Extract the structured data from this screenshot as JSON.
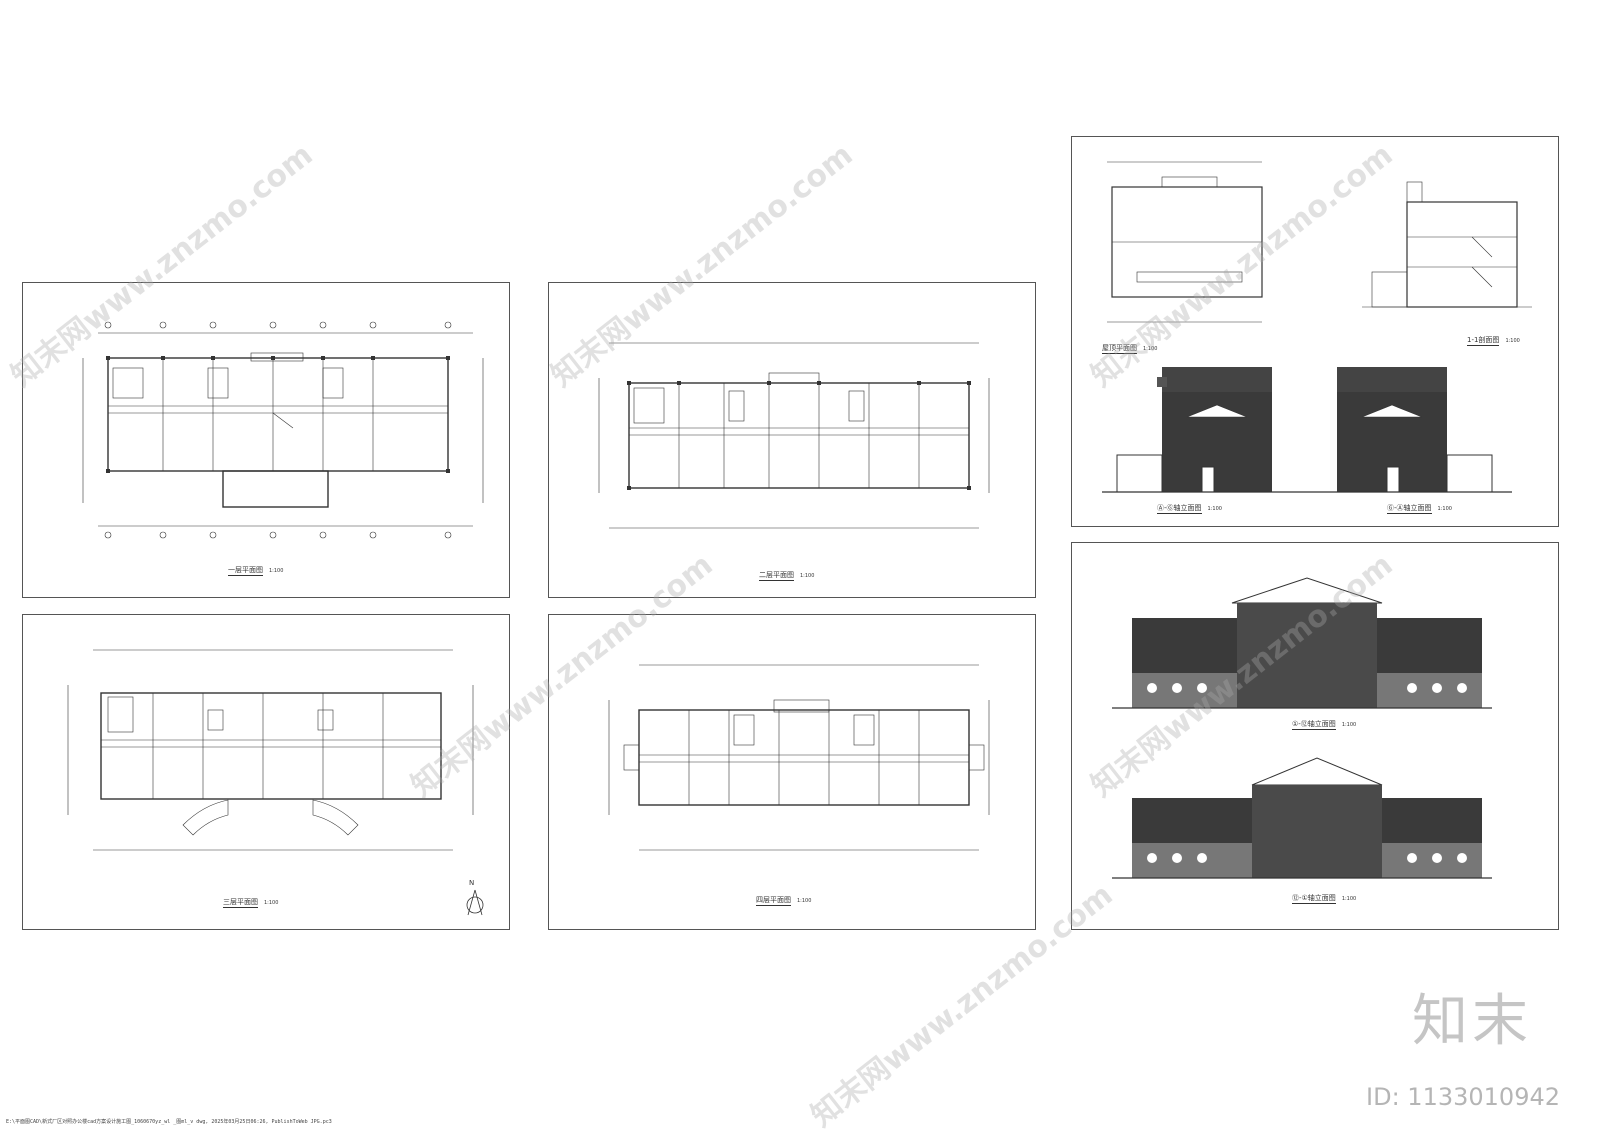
{
  "drawings": {
    "plan_1": {
      "title": "一层平面图",
      "scale": "1:100"
    },
    "plan_2": {
      "title": "二层平面图",
      "scale": "1:100"
    },
    "plan_3": {
      "title": "三层平面图",
      "scale": "1:100"
    },
    "plan_4": {
      "title": "四层平面图",
      "scale": "1:100"
    },
    "roof_plan": {
      "title": "屋顶平面图",
      "scale": "1:100"
    },
    "section": {
      "title": "1-1剖面图",
      "scale": "1:100"
    },
    "side_elev_a": {
      "title": "Ⓐ-Ⓖ轴立面图",
      "scale": "1:100"
    },
    "side_elev_b": {
      "title": "Ⓖ-Ⓐ轴立面图",
      "scale": "1:100"
    },
    "front_elev": {
      "title": "①-⑫轴立面图",
      "scale": "1:100"
    },
    "rear_elev": {
      "title": "⑫-①轴立面图",
      "scale": "1:100"
    }
  },
  "watermark": {
    "text": "知末网www.znzmo.com",
    "brand": "知末",
    "id_label": "ID: 1133010942"
  },
  "file_path": "E:\\平面图CAD\\新式厂区对照办公楼cad方案设计施工图_1060670yz_wl _图ml_v dwg, 2025年03月25日06:26, PublishToWeb JPG.pc3"
}
